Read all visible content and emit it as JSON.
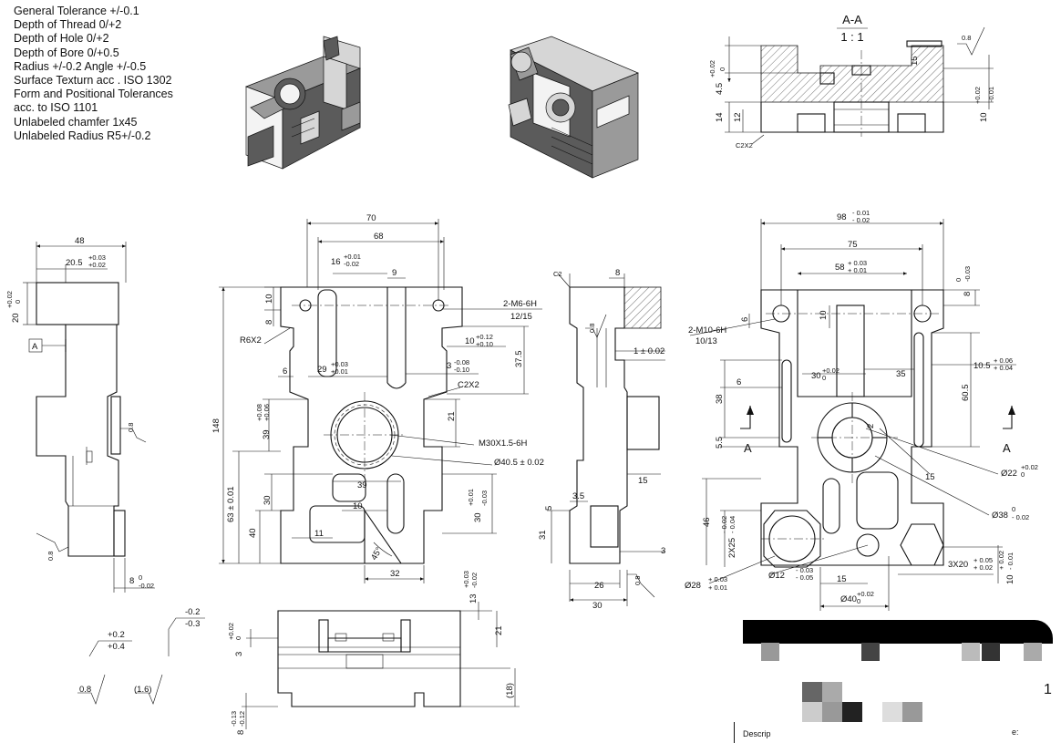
{
  "notes": [
    "General Tolerance +/-0.1",
    "Depth of Thread 0/+2",
    "Depth of Hole 0/+2",
    "Depth of Bore 0/+0.5",
    "Radius +/-0.2 Angle +/-0.5",
    "Surface Texturn acc . ISO 1302",
    "Form and Positional Tolerances",
    "acc. to ISO 1101",
    "Unlabeled chamfer 1x45",
    "Unlabeled Radius R5+/-0.2"
  ],
  "section": {
    "title": "A-A",
    "scale": "1 : 1",
    "roughness": "0.8",
    "dims": {
      "d45": "4.5",
      "d45_tol_u": "+0.02",
      "d45_tol_l": "0",
      "d14": "14",
      "d12": "12",
      "d15": "15",
      "d10": "10",
      "d10_tol_u": "+0.02",
      "d10_tol_l": "-0.01",
      "chamfer": "C2X2"
    }
  },
  "left_view": {
    "datum": "A",
    "roughness1": "0.8",
    "roughness2": "0.8",
    "dims": {
      "d48": "48",
      "d205": "20.5",
      "d205_u": "+0.03",
      "d205_l": "+0.02",
      "d20": "20",
      "d20_u": "+0.02",
      "d20_l": "0",
      "d8": "8",
      "d8_u": "0",
      "d8_l": "-0.02"
    }
  },
  "front_view": {
    "dims": {
      "d70": "70",
      "d68": "68",
      "d16": "16",
      "d16_u": "+0.01",
      "d16_l": "-0.02",
      "d9": "9",
      "d10": "10",
      "d8": "8",
      "thread": "2-M6-6H",
      "thread_depth": "12/15",
      "r6": "R6X2",
      "d10b": "10",
      "d10b_u": "+0.12",
      "d10b_l": "+0.10",
      "d375": "37.5",
      "d6": "6",
      "d29": "29",
      "d29_u": "+0.03",
      "d29_l": "+0.01",
      "d3": "3",
      "d3_u": "-0.08",
      "d3_l": "-0.10",
      "c2": "C2X2",
      "d148": "148",
      "d39": "39",
      "d39_u": "+0.08",
      "d39_l": "+0.06",
      "d21": "21",
      "m30": "M30X1.5-6H",
      "d405": "Ø40.5 ± 0.02",
      "d63": "63 ± 0.01",
      "d30": "30",
      "d39b": "39",
      "d10c": "10",
      "d30b": "30",
      "d30b_u": "+0.01",
      "d30b_l": "-0.03",
      "d40": "40",
      "d11": "11",
      "d45": "45°",
      "d32": "32"
    }
  },
  "side_view": {
    "dims": {
      "c2": "C2",
      "d8": "8",
      "r08": "0.8",
      "d1": "1 ± 0.02",
      "d15": "15",
      "d35": "3.5",
      "d5": "5",
      "d31": "31",
      "d3": "3",
      "d26": "26",
      "d30": "30",
      "r08b": "0.8"
    }
  },
  "right_view": {
    "dims": {
      "d98": "98",
      "d98_u": "- 0.01",
      "d98_l": "- 0.02",
      "d75": "75",
      "d58": "58",
      "d58_u": "+ 0.03",
      "d58_l": "+ 0.01",
      "d8": "8",
      "d8_u": "0",
      "d8_l": "-0.03",
      "thread": "2-M10-6H",
      "thread_depth": "10/13",
      "d6": "6",
      "d10": "10",
      "d105": "10.5",
      "d105_u": "+ 0.06",
      "d105_l": "+ 0.04",
      "d6b": "6",
      "d30": "30",
      "d30_u": "+0.02",
      "d30_l": "0",
      "d35": "35",
      "d605": "60.5",
      "d38": "38",
      "d55": "5.5",
      "d2": "2",
      "sectionA1": "A",
      "sectionA2": "A",
      "d22": "Ø22",
      "d22_u": "+0.02",
      "d22_l": "0",
      "d15": "15",
      "d38b": "Ø38",
      "d38b_u": "0",
      "d38b_l": "- 0.02",
      "d46": "46",
      "d2x25": "2X25",
      "d2x25_u": "- 0.02",
      "d2x25_l": "- 0.04",
      "d12": "Ø12",
      "d12_u": "- 0.03",
      "d12_l": "- 0.05",
      "d28": "Ø28",
      "d28_u": "+ 0.03",
      "d28_l": "+ 0.01",
      "d15b": "15",
      "d3x20": "3X20",
      "d3x20_u": "+ 0.05",
      "d3x20_l": "+ 0.02",
      "d10r": "10",
      "d10r_u": "+ 0.02",
      "d10r_l": "- 0.01",
      "d40": "Ø40",
      "d40_u": "+0.02",
      "d40_l": "0"
    }
  },
  "bottom_view": {
    "dims": {
      "d3": "3",
      "d3_u": "+0.02",
      "d3_l": "0",
      "d13": "13",
      "d13_u": "+0.03",
      "d13_l": "-0.02",
      "d21": "21",
      "d18": "(18)",
      "d8": "8",
      "d8_u": "-0.13",
      "d8_l": "-0.12"
    }
  },
  "legend": {
    "t1": "-0.2",
    "t2": "-0.3",
    "t3": "+0.2",
    "t4": "+0.4",
    "r1": "0.8",
    "r2": "(1.6)"
  },
  "title_block": {
    "description": "Descrip",
    "date": "e:",
    "sheet": "1"
  }
}
